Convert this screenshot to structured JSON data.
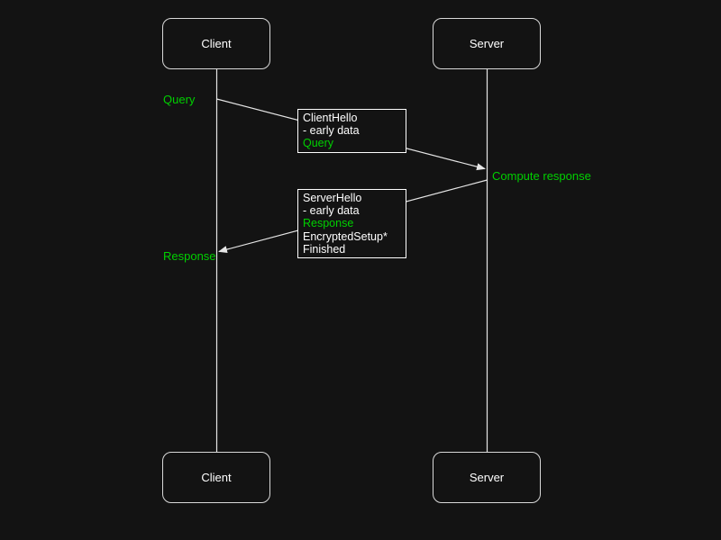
{
  "diagram": {
    "title": "client-server early data sequence diagram",
    "actors": {
      "client": "Client",
      "server": "Server"
    },
    "labels": {
      "query": "Query",
      "compute_response": "Compute response",
      "response": "Response"
    },
    "notes": {
      "client_hello": {
        "lines": [
          {
            "text": "ClientHello",
            "color": "white"
          },
          {
            "text": "- early data",
            "color": "white"
          },
          {
            "text": "Query",
            "color": "green"
          }
        ]
      },
      "server_hello": {
        "lines": [
          {
            "text": "ServerHello",
            "color": "white"
          },
          {
            "text": "- early data",
            "color": "white"
          },
          {
            "text": "Response",
            "color": "green"
          },
          {
            "text": "EncryptedSetup*",
            "color": "white"
          },
          {
            "text": "Finished",
            "color": "white"
          }
        ]
      }
    },
    "colors": {
      "background": "#131313",
      "line": "#e6e6e6",
      "box_border": "#d9d9d9",
      "text": "#ffffff",
      "accent_green": "#00d000"
    }
  }
}
